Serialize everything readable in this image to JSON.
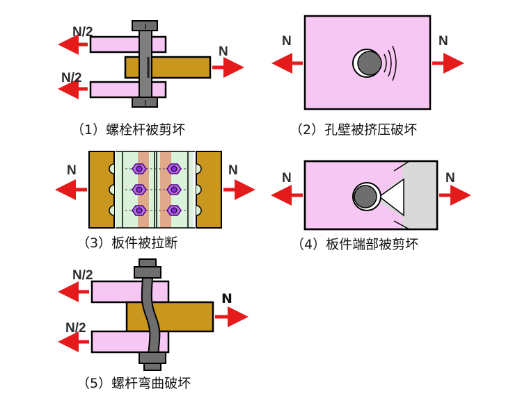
{
  "colors": {
    "plate_pink": "#F7C7F3",
    "plate_gold": "#C9971E",
    "bolt_gray": "#7E7E7E",
    "bolt_dark": "#555555",
    "arrow_red": "#E51B1B",
    "end_gray": "#D9D9D9",
    "splice_green": "#D9F2D9",
    "splice_tan": "#E0A98C",
    "bolt_purple": "#8A2BE2"
  },
  "labels": {
    "force_full": "N",
    "force_half": "N/2"
  },
  "captions": {
    "fig1": "（1）螺栓杆被剪坏",
    "fig2": "（2）孔壁被挤压破坏",
    "fig3": "（3）板件被拉断",
    "fig4": "（4）板件端部被剪坏",
    "fig5": "（5）螺杆弯曲破坏"
  },
  "icons": {
    "force_arrow": "arrow-icon",
    "bolt": "bolt-icon",
    "nut": "hex-nut-icon"
  }
}
